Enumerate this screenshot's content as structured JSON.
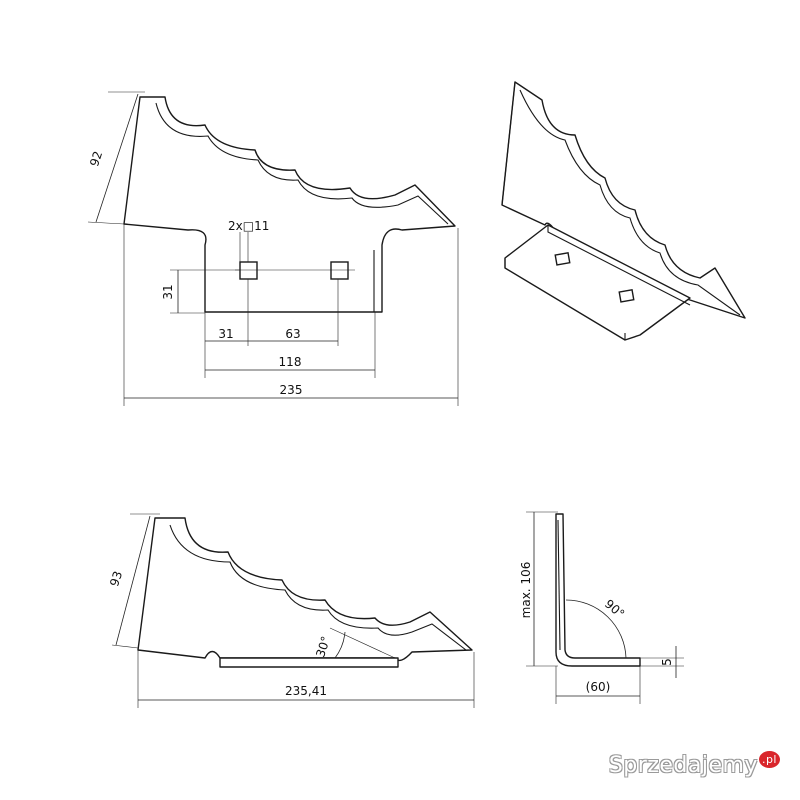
{
  "views": {
    "front": {
      "height": "92",
      "holes": "2x□11",
      "mount_height": "31",
      "hole_offset": "31",
      "hole_spacing": "63",
      "mount_width": "118",
      "overall_length": "235"
    },
    "side": {
      "height": "93",
      "angle": "30°",
      "overall_length": "235,41"
    },
    "section": {
      "height": "max. 106",
      "bend_angle": "90°",
      "thickness": "5",
      "flange_width": "(60)"
    }
  },
  "watermark": {
    "text": "Sprzedajemy",
    "tld": ".pl"
  }
}
